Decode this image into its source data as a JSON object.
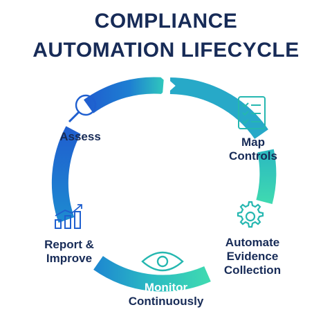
{
  "title": {
    "line1": "COMPLIANCE",
    "line2": "AUTOMATION LIFECYCLE"
  },
  "colors": {
    "title": "#172b57",
    "ring_blue": "#1f5fcf",
    "ring_teal": "#2fc6bd",
    "ring_green": "#3fd9b1",
    "icon_blue": "#1f5fcf",
    "icon_teal": "#25b7b0"
  },
  "stages": [
    {
      "id": "assess",
      "label": "Assess",
      "icon": "magnifier-icon"
    },
    {
      "id": "map-controls",
      "label": "Map\nControls",
      "icon": "checklist-icon"
    },
    {
      "id": "automate-evidence",
      "label": "Automate\nEvidence\nCollection",
      "icon": "gear-icon"
    },
    {
      "id": "monitor",
      "label_line1": "Monitor",
      "label_line2": "Continuously",
      "icon": "eye-icon"
    },
    {
      "id": "report-improve",
      "label": "Report &\nImprove",
      "icon": "bar-chart-icon"
    }
  ]
}
